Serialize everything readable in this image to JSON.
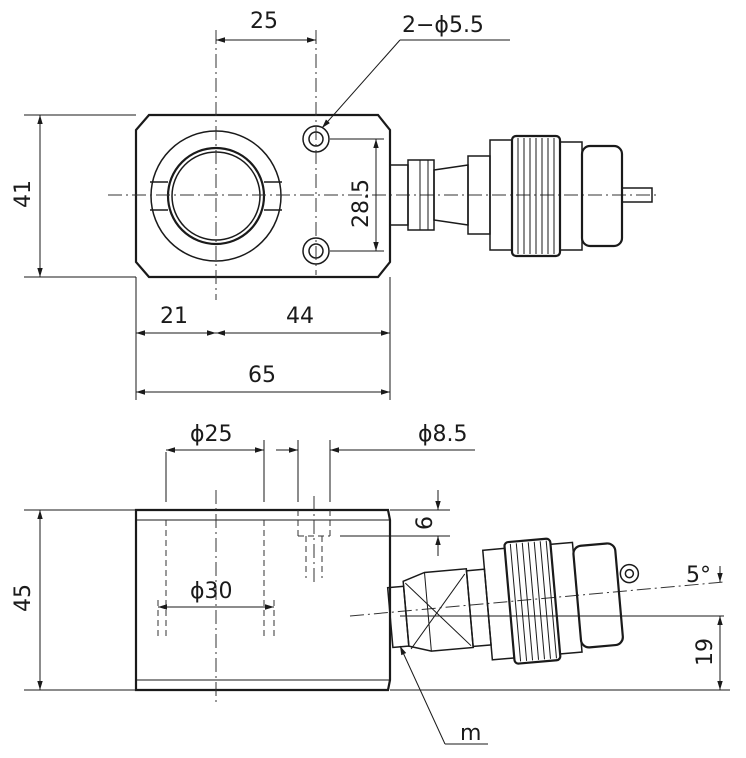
{
  "top_view": {
    "dims": {
      "width_25": "25",
      "holes": "2−ϕ5.5",
      "height_41": "41",
      "hole_pitch": "28.5",
      "left_21": "21",
      "right_44": "44",
      "overall_65": "65"
    }
  },
  "front_view": {
    "dims": {
      "bore_25": "ϕ25",
      "port_8_5": "ϕ8.5",
      "height_45": "45",
      "depth_6": "6",
      "bore_30": "ϕ30",
      "angle_5": "5°",
      "offset_19": "19",
      "thread_m": "m"
    }
  }
}
